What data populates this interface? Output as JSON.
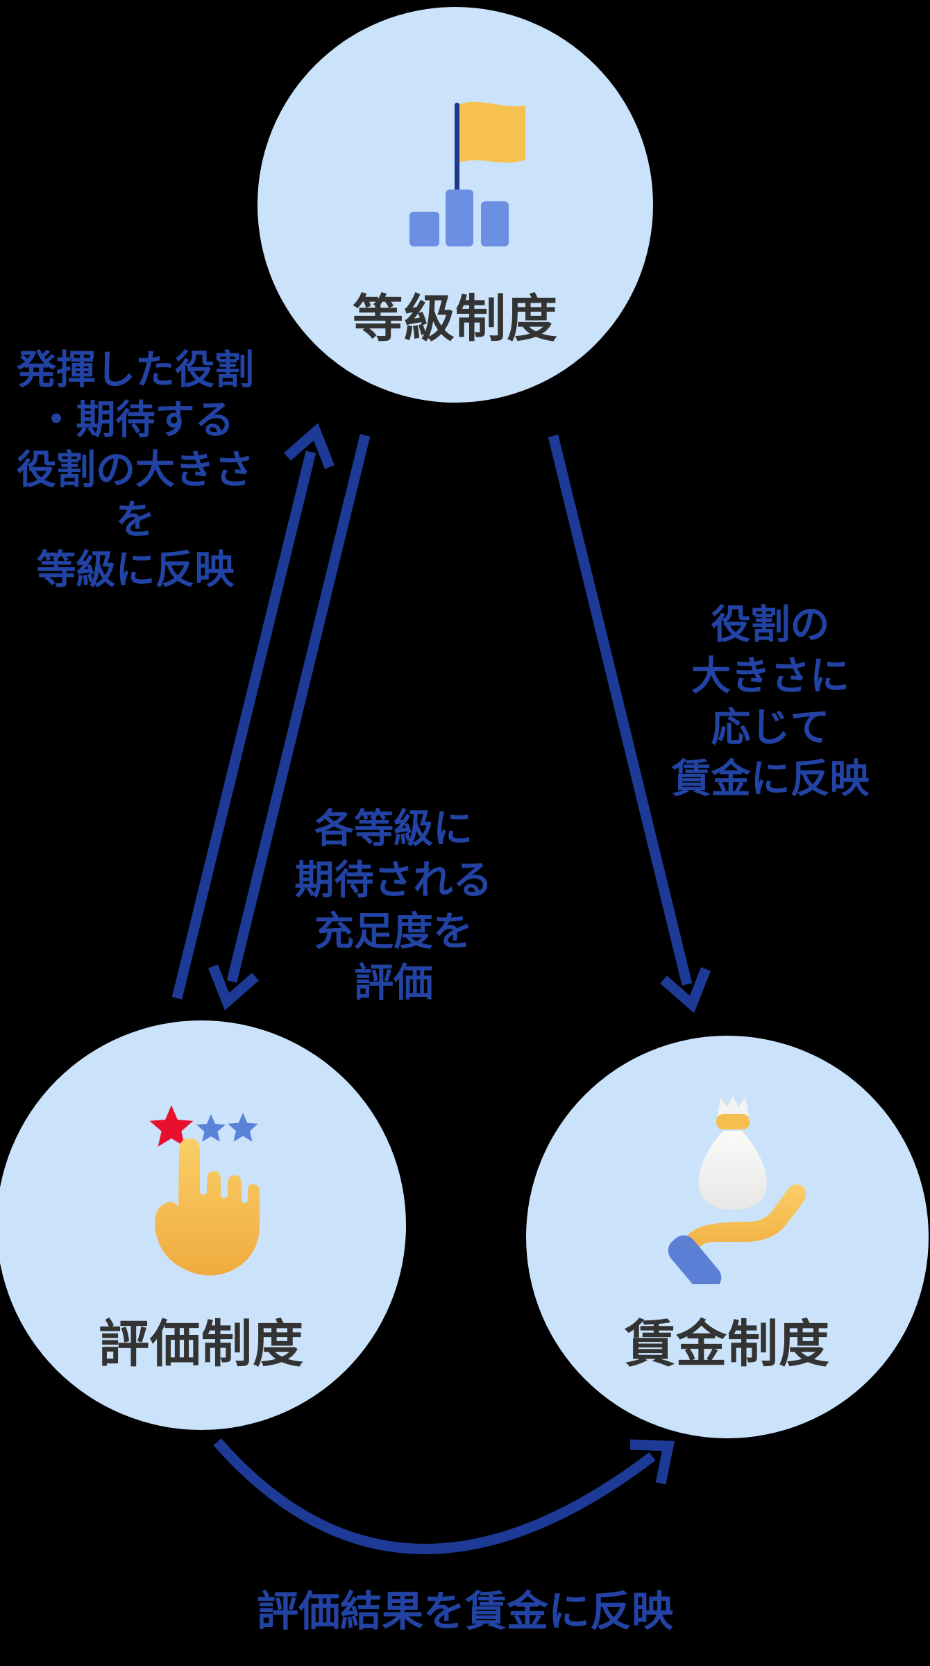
{
  "diagram": {
    "background": "#000000",
    "nodes": {
      "grade": {
        "label": "等級制度",
        "icon": "flag-on-bar-chart-icon"
      },
      "evaluation": {
        "label": "評価制度",
        "icon": "tap-rating-stars-icon"
      },
      "wage": {
        "label": "賃金制度",
        "icon": "money-bag-in-hand-icon"
      }
    },
    "edges": {
      "eval_to_grade": {
        "direction": "evaluation → grade, straight arrow pointing up",
        "lines": [
          "発揮した役割",
          "・期待する",
          "役割の大きさを",
          "等級に反映"
        ]
      },
      "grade_to_eval": {
        "direction": "grade → evaluation, straight arrow pointing down",
        "lines": [
          "各等級に",
          "期待される",
          "充足度を",
          "評価"
        ]
      },
      "grade_to_wage": {
        "direction": "grade → wage, straight arrow pointing down",
        "lines": [
          "役割の",
          "大きさに",
          "応じて",
          "賃金に反映"
        ]
      },
      "eval_to_wage": {
        "direction": "evaluation → wage, curved arrow pointing up-right",
        "lines": [
          "評価結果を賃金に反映"
        ]
      }
    },
    "colors": {
      "node_fill": "#CBE3FA",
      "node_label": "#333333",
      "arrow": "#1C3A96",
      "edge_label": "#2243A3",
      "flag_yellow": "#F6C14E",
      "pole_navy": "#1B3A8C",
      "bar_blue": "#6C8EE3",
      "star_red": "#E8112D",
      "star_blue": "#5B82D9",
      "hand_yellow_light": "#FACF67",
      "hand_yellow_dark": "#EFAB3F",
      "bag_white": "#F4F4F2",
      "bag_band_yellow": "#F5BE4E",
      "sleeve_blue": "#5C7FD6"
    }
  }
}
